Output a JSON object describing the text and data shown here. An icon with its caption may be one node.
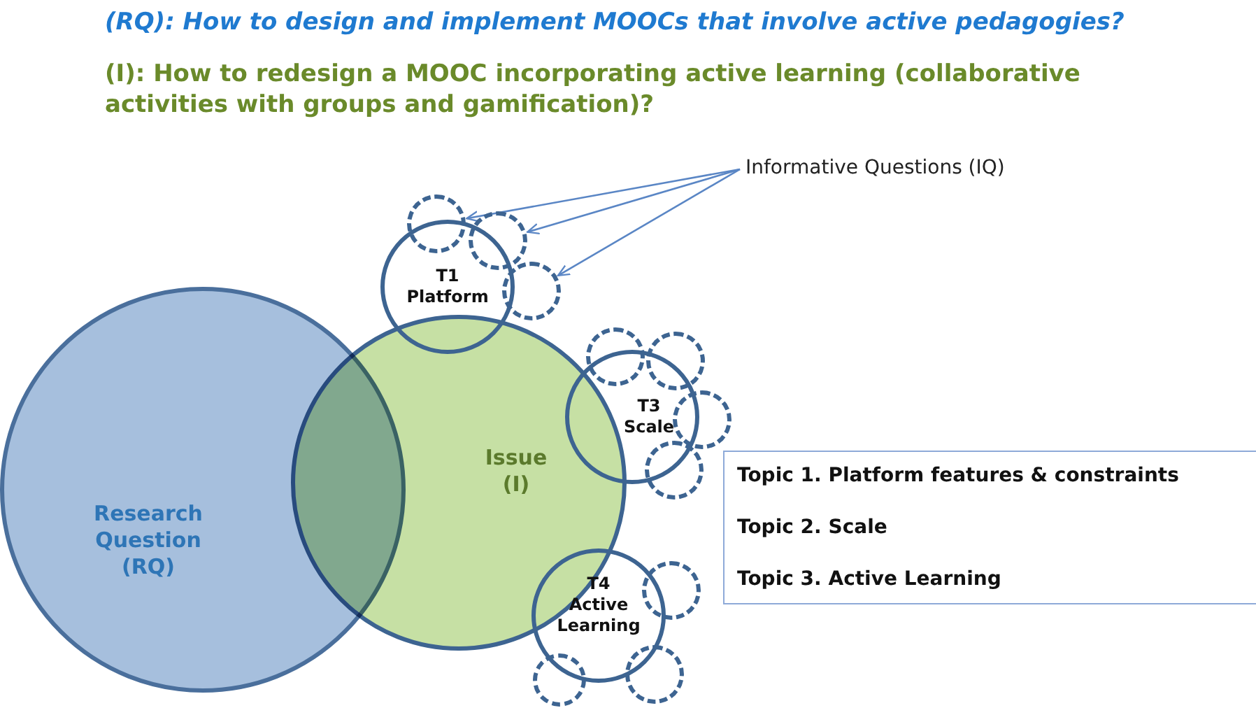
{
  "diagram": {
    "title": "(RQ): How to design and implement MOOCs that involve active pedagogies?",
    "nodes": [
      {
        "text": [
          "Research Question (RQ)"
        ]
      },
      {
        "text": [
          "Issue (I)"
        ]
      },
      {
        "text": [
          "T1 Platform"
        ]
      },
      {
        "text": [
          "T3 Scale"
        ]
      },
      {
        "text": [
          "T4 Active Learning"
        ]
      },
      {
        "text": [
          "Informative Questions (IQ)"
        ]
      },
      {
        "text": [],
        "shape": "circle"
      },
      {
        "text": [],
        "shape": "circle"
      },
      {
        "text": [],
        "shape": "circle"
      },
      {
        "text": [],
        "shape": "circle"
      },
      {
        "text": [],
        "shape": "circle"
      },
      {
        "text": [],
        "shape": "circle"
      },
      {
        "text": [],
        "shape": "circle"
      },
      {
        "text": [],
        "shape": "circle"
      },
      {
        "text": [],
        "shape": "circle"
      },
      {
        "text": [],
        "shape": "circle"
      },
      {
        "text": [
          "Topic 1. Platform features & constraints",
          "Topic 2. Scale",
          "Topic 3. Active Learning"
        ]
      }
    ],
    "edges": [
      {
        "from": 5,
        "to": 6,
        "arrow": "to"
      },
      {
        "from": 5,
        "to": 7,
        "arrow": "to"
      },
      {
        "from": 5,
        "to": 8,
        "arrow": "to"
      }
    ],
    "labels": [
      "(I): How to redesign a MOOC incorporating active learning (collaborative activities with groups and gamification)?"
    ]
  }
}
